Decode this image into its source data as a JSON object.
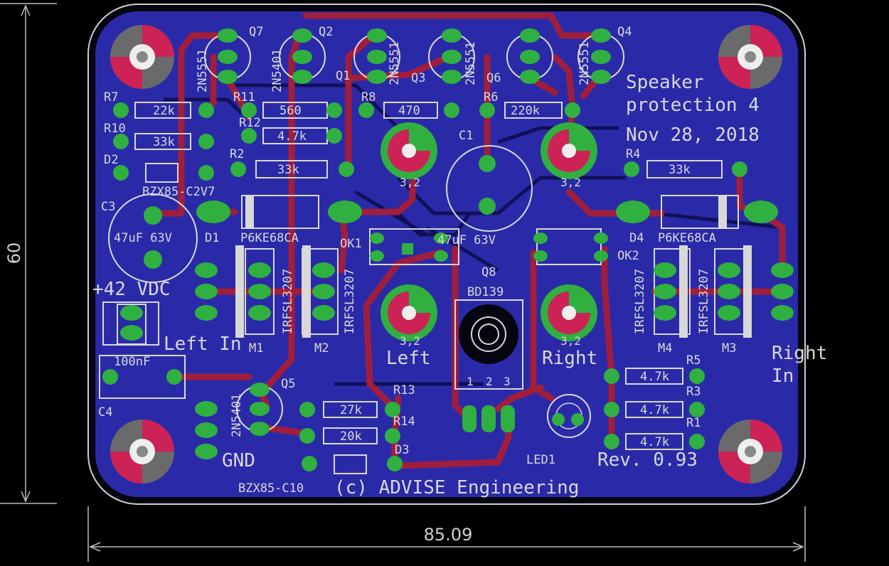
{
  "dimensions": {
    "width": "85.09",
    "height": "60"
  },
  "board_text": {
    "title_line1": "Speaker",
    "title_line2": "protection 4",
    "date": "Nov 28, 2018",
    "revision": "Rev. 0.93",
    "copyright": "(c) ADVISE Engineering",
    "supply": "+42 VDC",
    "left_in": "Left In",
    "right_in_1": "Right",
    "right_in_2": "In",
    "gnd": "GND",
    "left": "Left",
    "right": "Right"
  },
  "components": {
    "Q7": {
      "ref": "Q7",
      "value": "2N5551"
    },
    "Q2": {
      "ref": "Q2",
      "value": "2N5401"
    },
    "Q1": {
      "ref": "Q1",
      "value": ""
    },
    "Q3": {
      "ref": "Q3",
      "value": "2N5551"
    },
    "Q6": {
      "ref": "Q6",
      "value": "2N5551"
    },
    "Q4": {
      "ref": "Q4",
      "value": "2N5551"
    },
    "Q5": {
      "ref": "Q5",
      "value": "2N5401"
    },
    "Q8": {
      "ref": "Q8",
      "value": "BD139"
    },
    "R7": {
      "ref": "R7",
      "value": "22k"
    },
    "R10": {
      "ref": "R10",
      "value": "33k"
    },
    "R11": {
      "ref": "R11",
      "value": "560"
    },
    "R12": {
      "ref": "R12",
      "value": "4.7k"
    },
    "R8": {
      "ref": "R8",
      "value": "470"
    },
    "R6": {
      "ref": "R6",
      "value": "220k"
    },
    "R2": {
      "ref": "R2",
      "value": "33k"
    },
    "R4": {
      "ref": "R4",
      "value": "33k"
    },
    "R13": {
      "ref": "R13",
      "value": "27k"
    },
    "R14": {
      "ref": "R14",
      "value": "20k"
    },
    "R5": {
      "ref": "R5",
      "value": "4.7k"
    },
    "R3": {
      "ref": "R3",
      "value": "4.7k"
    },
    "R1": {
      "ref": "R1",
      "value": "4.7k"
    },
    "D2": {
      "ref": "D2",
      "value": "BZX85-C2V7"
    },
    "D1": {
      "ref": "D1",
      "value": "P6KE68CA"
    },
    "D4": {
      "ref": "D4",
      "value": "P6KE68CA"
    },
    "D3": {
      "ref": "D3",
      "value": "BZX85-C10"
    },
    "C1": {
      "ref": "C1",
      "value": "47uF 63V"
    },
    "C3": {
      "ref": "C3",
      "value": "47uF 63V"
    },
    "C4": {
      "ref": "C4",
      "value": "100nF"
    },
    "OK1": {
      "ref": "OK1",
      "value": ""
    },
    "OK2": {
      "ref": "OK2",
      "value": ""
    },
    "M1": {
      "ref": "M1",
      "value": "IRFSL3207"
    },
    "M2": {
      "ref": "M2",
      "value": "IRFSL3207"
    },
    "M3": {
      "ref": "M3",
      "value": "IRFSL3207"
    },
    "M4": {
      "ref": "M4",
      "value": "IRFSL3207"
    },
    "LED1": {
      "ref": "LED1",
      "value": ""
    }
  },
  "pad_labels": {
    "mount": "3,2",
    "pin1": "1",
    "pin2": "2",
    "pin3": "3"
  },
  "colors": {
    "background": "#000000",
    "board": "#2a2aa8",
    "top_copper": "#a01e3c",
    "bottom_copper": "#101060",
    "pad": "#30b040",
    "via": "#7a7a7a",
    "silkscreen": "#d8d8d8"
  }
}
